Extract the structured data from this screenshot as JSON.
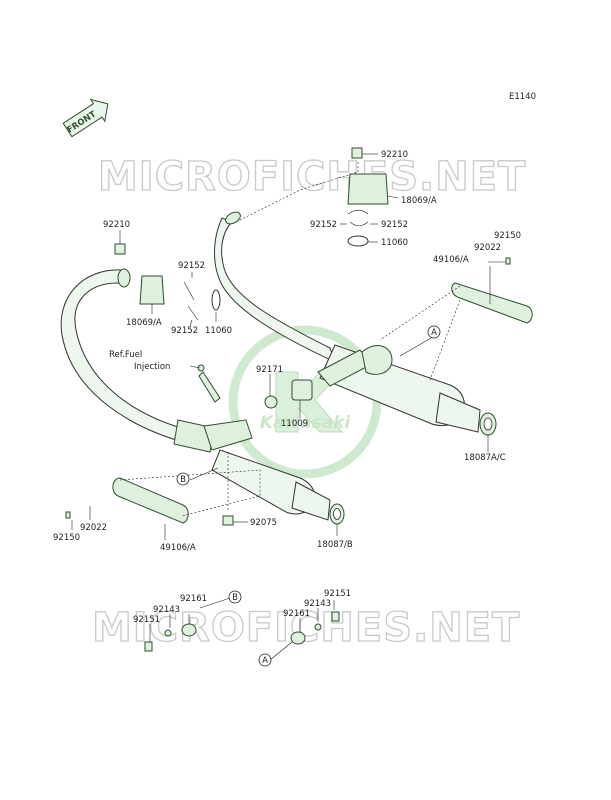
{
  "diagram_code": "E1140",
  "front_badge": "FRONT",
  "watermark": {
    "text": "MICROFICHES.NET",
    "brand": "Kawasaki"
  },
  "callouts": {
    "a": "A",
    "b": "B"
  },
  "labels": {
    "p92210_top": "92210",
    "p18069a_top": "18069/A",
    "p92152_top_left": "92152",
    "p92152_top_right": "92152",
    "p11060_top": "11060",
    "p49106a_right": "49106/A",
    "p92022_right": "92022",
    "p92150_right": "92150",
    "p92210_left": "92210",
    "p92152_left": "92152",
    "p18069a_left": "18069/A",
    "p92152_left_lower": "92152",
    "p11060_left": "11060",
    "ref_fuel": "Ref.Fuel",
    "injection": "Injection",
    "p92171": "92171",
    "p11009": "11009",
    "p18087ac": "18087A/C",
    "p92022_left": "92022",
    "p92150_left": "92150",
    "p49106a_left": "49106/A",
    "p92075": "92075",
    "p18087b": "18087/B",
    "p92161_left": "92161",
    "p92143_left": "92143",
    "p92151_left": "92151",
    "p92151_right": "92151",
    "p92143_right": "92143",
    "p92161_right": "92161"
  }
}
